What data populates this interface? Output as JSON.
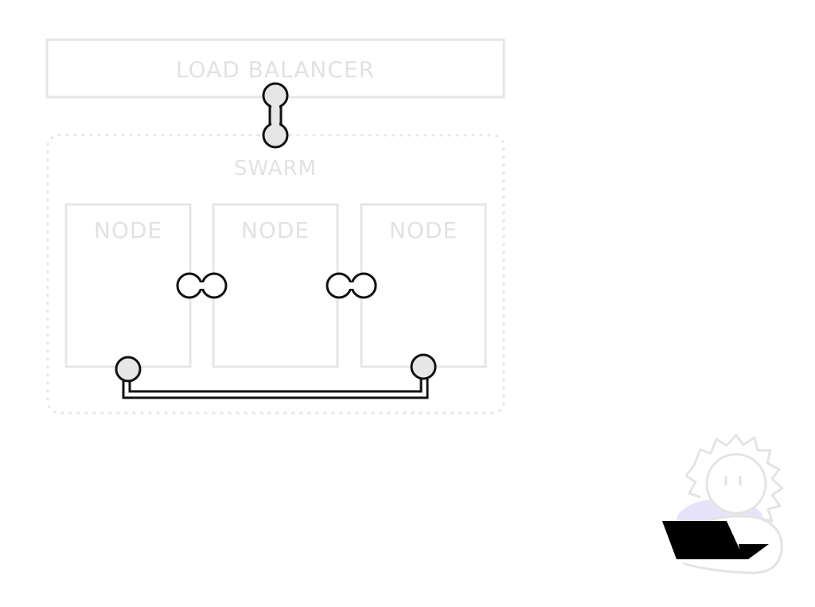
{
  "diagram": {
    "load_balancer_label": "LOAD BALANCER",
    "swarm_label": "SWARM",
    "nodes": [
      {
        "label": "NODE"
      },
      {
        "label": "NODE"
      },
      {
        "label": "NODE"
      }
    ]
  },
  "colors": {
    "faint_outline": "#e6e6e6",
    "faint_text": "#e2e2e2",
    "connector_stroke": "#111111",
    "connector_fill": "#e6e6e6",
    "laptop": "#000000",
    "glow": "#c9c3f5"
  },
  "icons": {
    "connectors": "link-connector-icon",
    "user": "user-with-laptop-icon"
  }
}
